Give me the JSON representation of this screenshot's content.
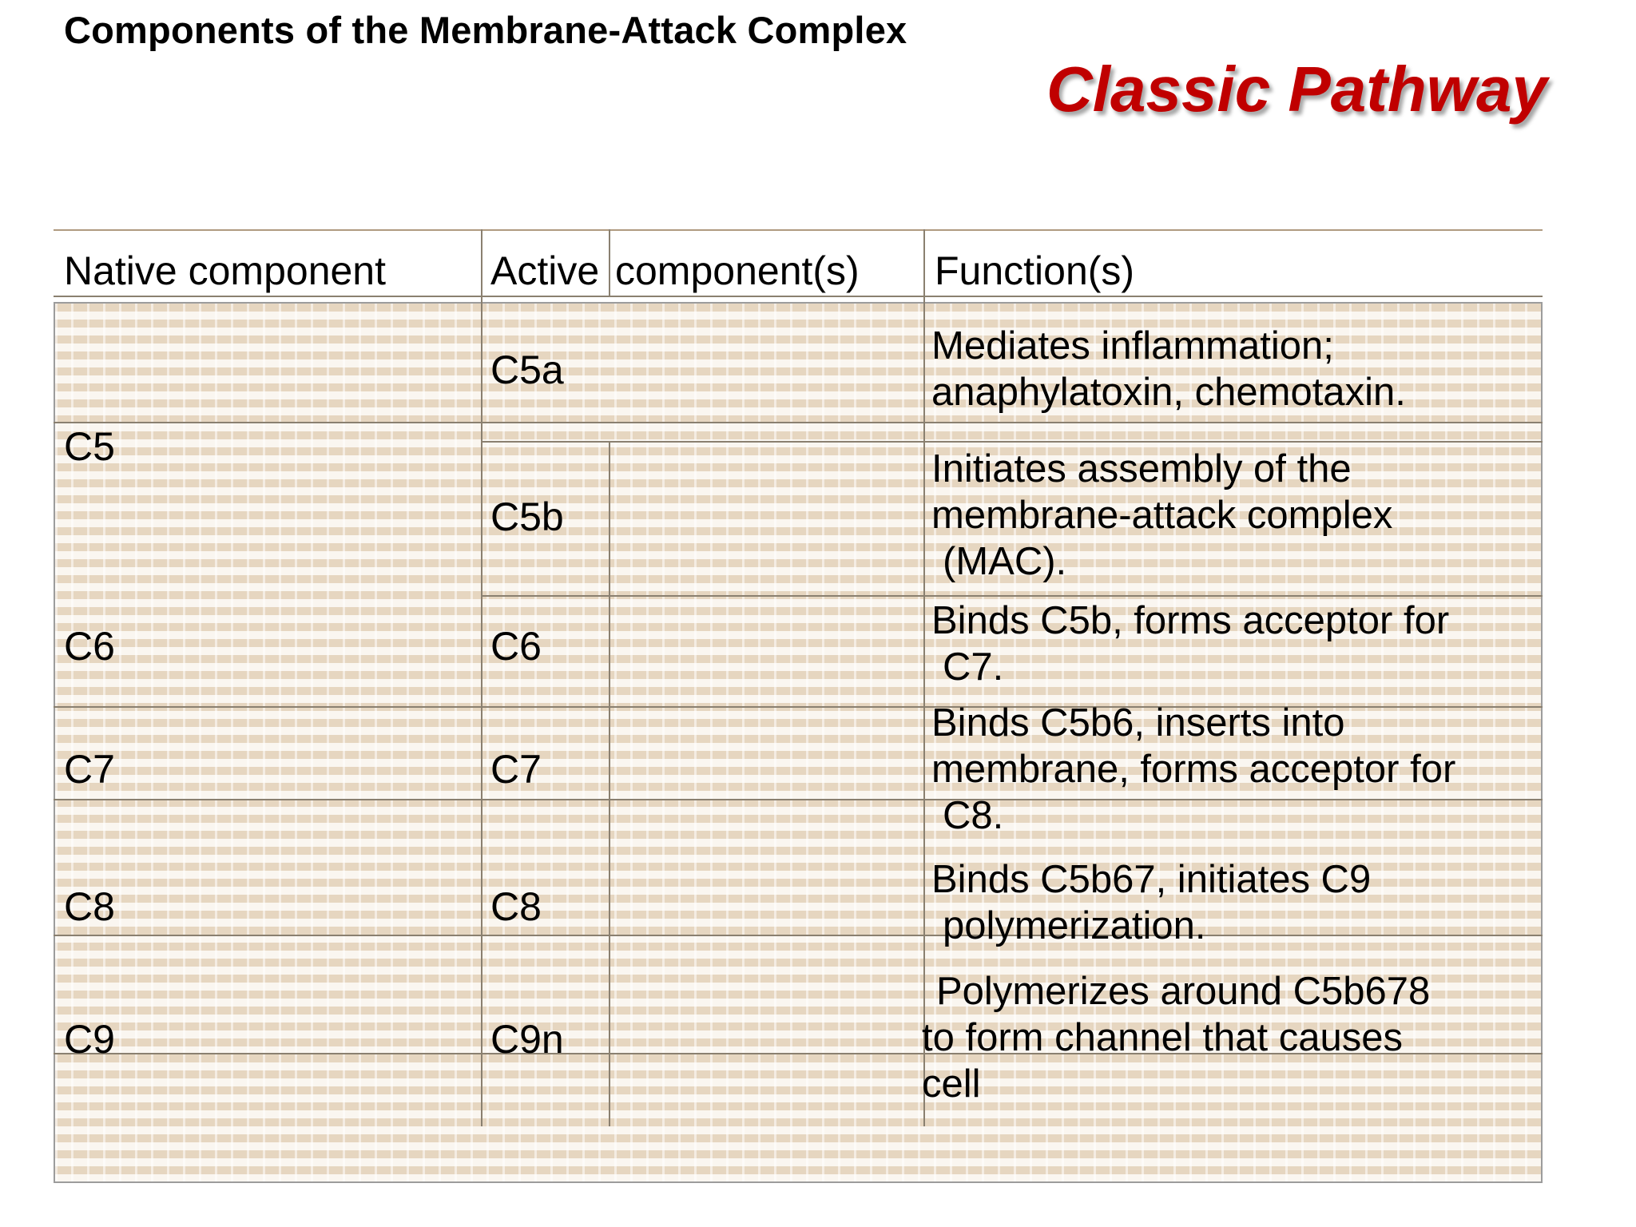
{
  "slide_title": "Components of the Membrane-Attack Complex",
  "pathway_title": "Classic Pathway",
  "colors": {
    "pathway_title": "#c00000",
    "table_stripe_dark": "#e6d6c0",
    "table_stripe_light": "#faf6f0",
    "rule": "#8a8070"
  },
  "table": {
    "headers": {
      "native": "Native component",
      "active_1": "Active",
      "active_2": "component(s)",
      "function": "Function(s)"
    },
    "rows": [
      {
        "native": "",
        "active": "C5a",
        "function": [
          "Mediates inflammation;",
          "anaphylatoxin, chemotaxin."
        ]
      },
      {
        "native": "C5",
        "active": "C5b",
        "function": [
          "Initiates assembly of the",
          "membrane-attack complex",
          " (MAC)."
        ]
      },
      {
        "native": "C6",
        "active": "C6",
        "function": [
          "Binds C5b, forms acceptor for",
          " C7."
        ]
      },
      {
        "native": "C7",
        "active": "C7",
        "function": [
          "Binds C5b6, inserts into",
          "membrane, forms acceptor for",
          " C8."
        ]
      },
      {
        "native": "C8",
        "active": "C8",
        "function": [
          "Binds C5b67, initiates C9",
          " polymerization."
        ]
      },
      {
        "native": "C9",
        "active": "C9n",
        "function": [
          " Polymerizes around C5b678",
          "to  form channel that causes",
          "cell"
        ]
      }
    ]
  }
}
